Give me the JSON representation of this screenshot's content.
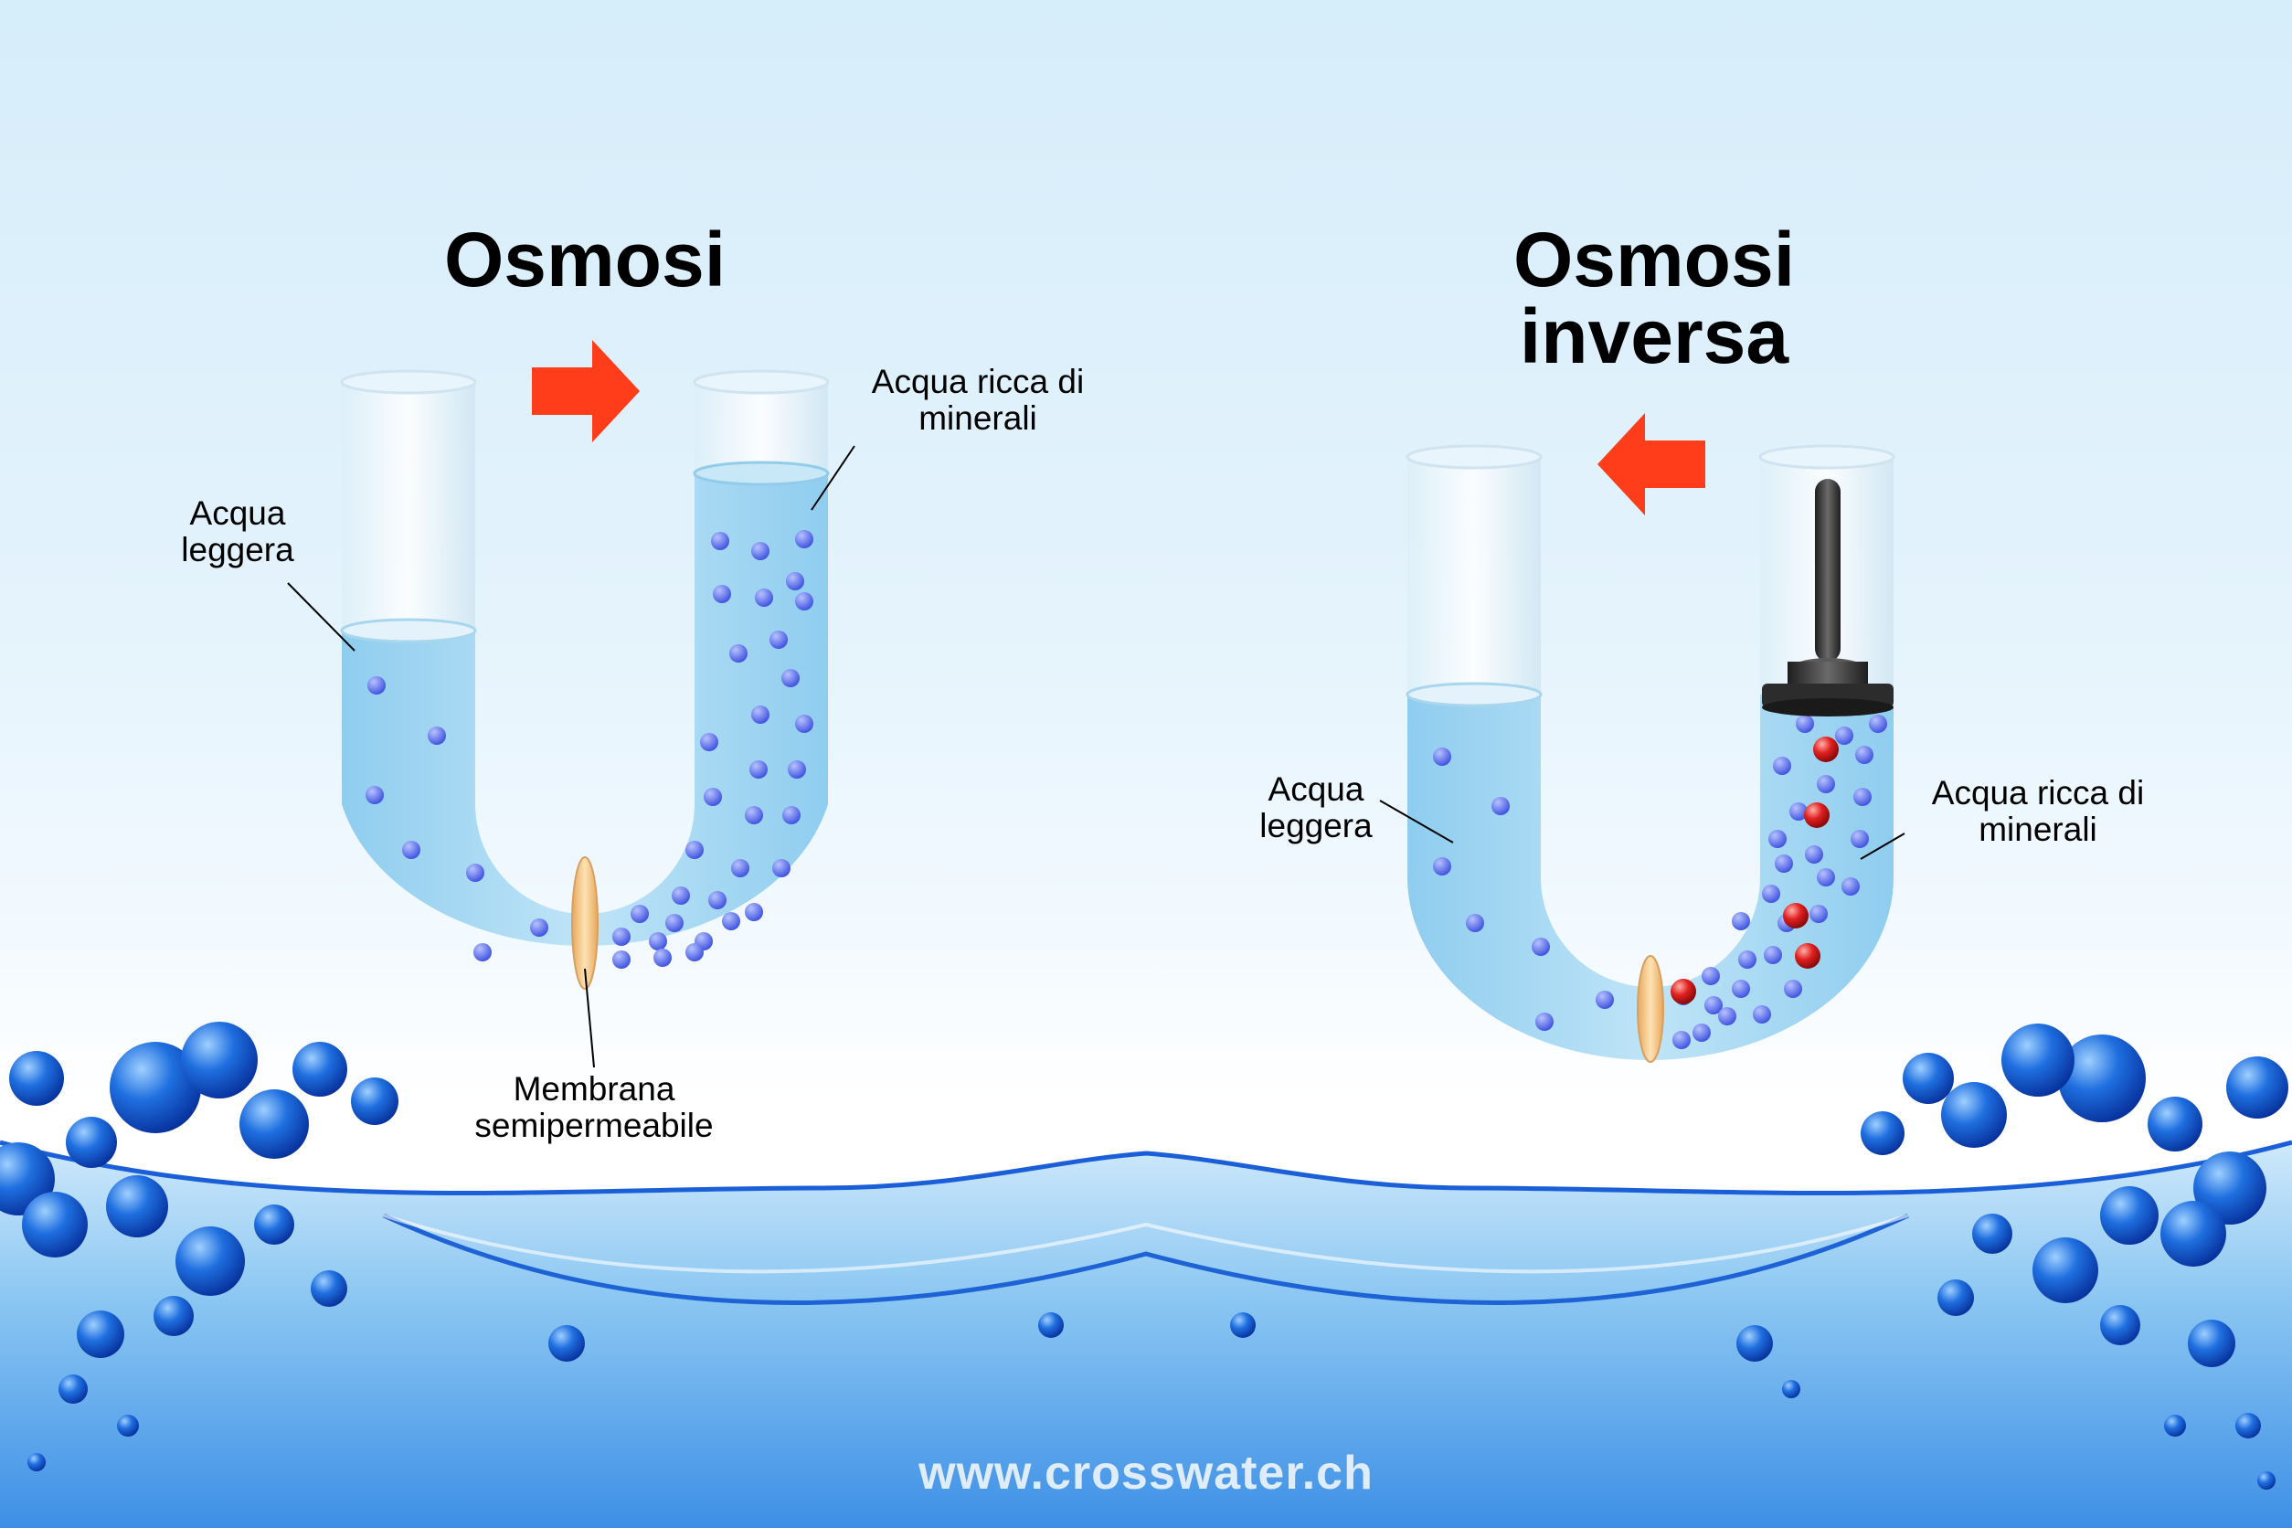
{
  "osmosis": {
    "title_lines": [
      "Osmosi"
    ],
    "label_light_water": [
      "Acqua",
      "leggera"
    ],
    "label_rich_water": [
      "Acqua ricca di",
      "minerali"
    ],
    "label_membrane": [
      "Membrana",
      "semipermeabile"
    ]
  },
  "reverse_osmosis": {
    "title_lines": [
      "Osmosi",
      "inversa"
    ],
    "label_light_water": [
      "Acqua",
      "leggera"
    ],
    "label_rich_water": [
      "Acqua ricca di",
      "minerali"
    ]
  },
  "website": "www.crosswater.ch",
  "colors": {
    "water_fill": "#a6d8f2",
    "molecule_blue": "#5a6ee8",
    "molecule_red": "#e02020",
    "arrow": "#ff3d1a",
    "membrane": "#f3c98a",
    "piston": "#3a3a3a",
    "wave_blue": "#1a5fd8"
  },
  "icons": {
    "arrow_osmosis": "arrow-right-icon",
    "arrow_reverse": "arrow-left-icon"
  }
}
